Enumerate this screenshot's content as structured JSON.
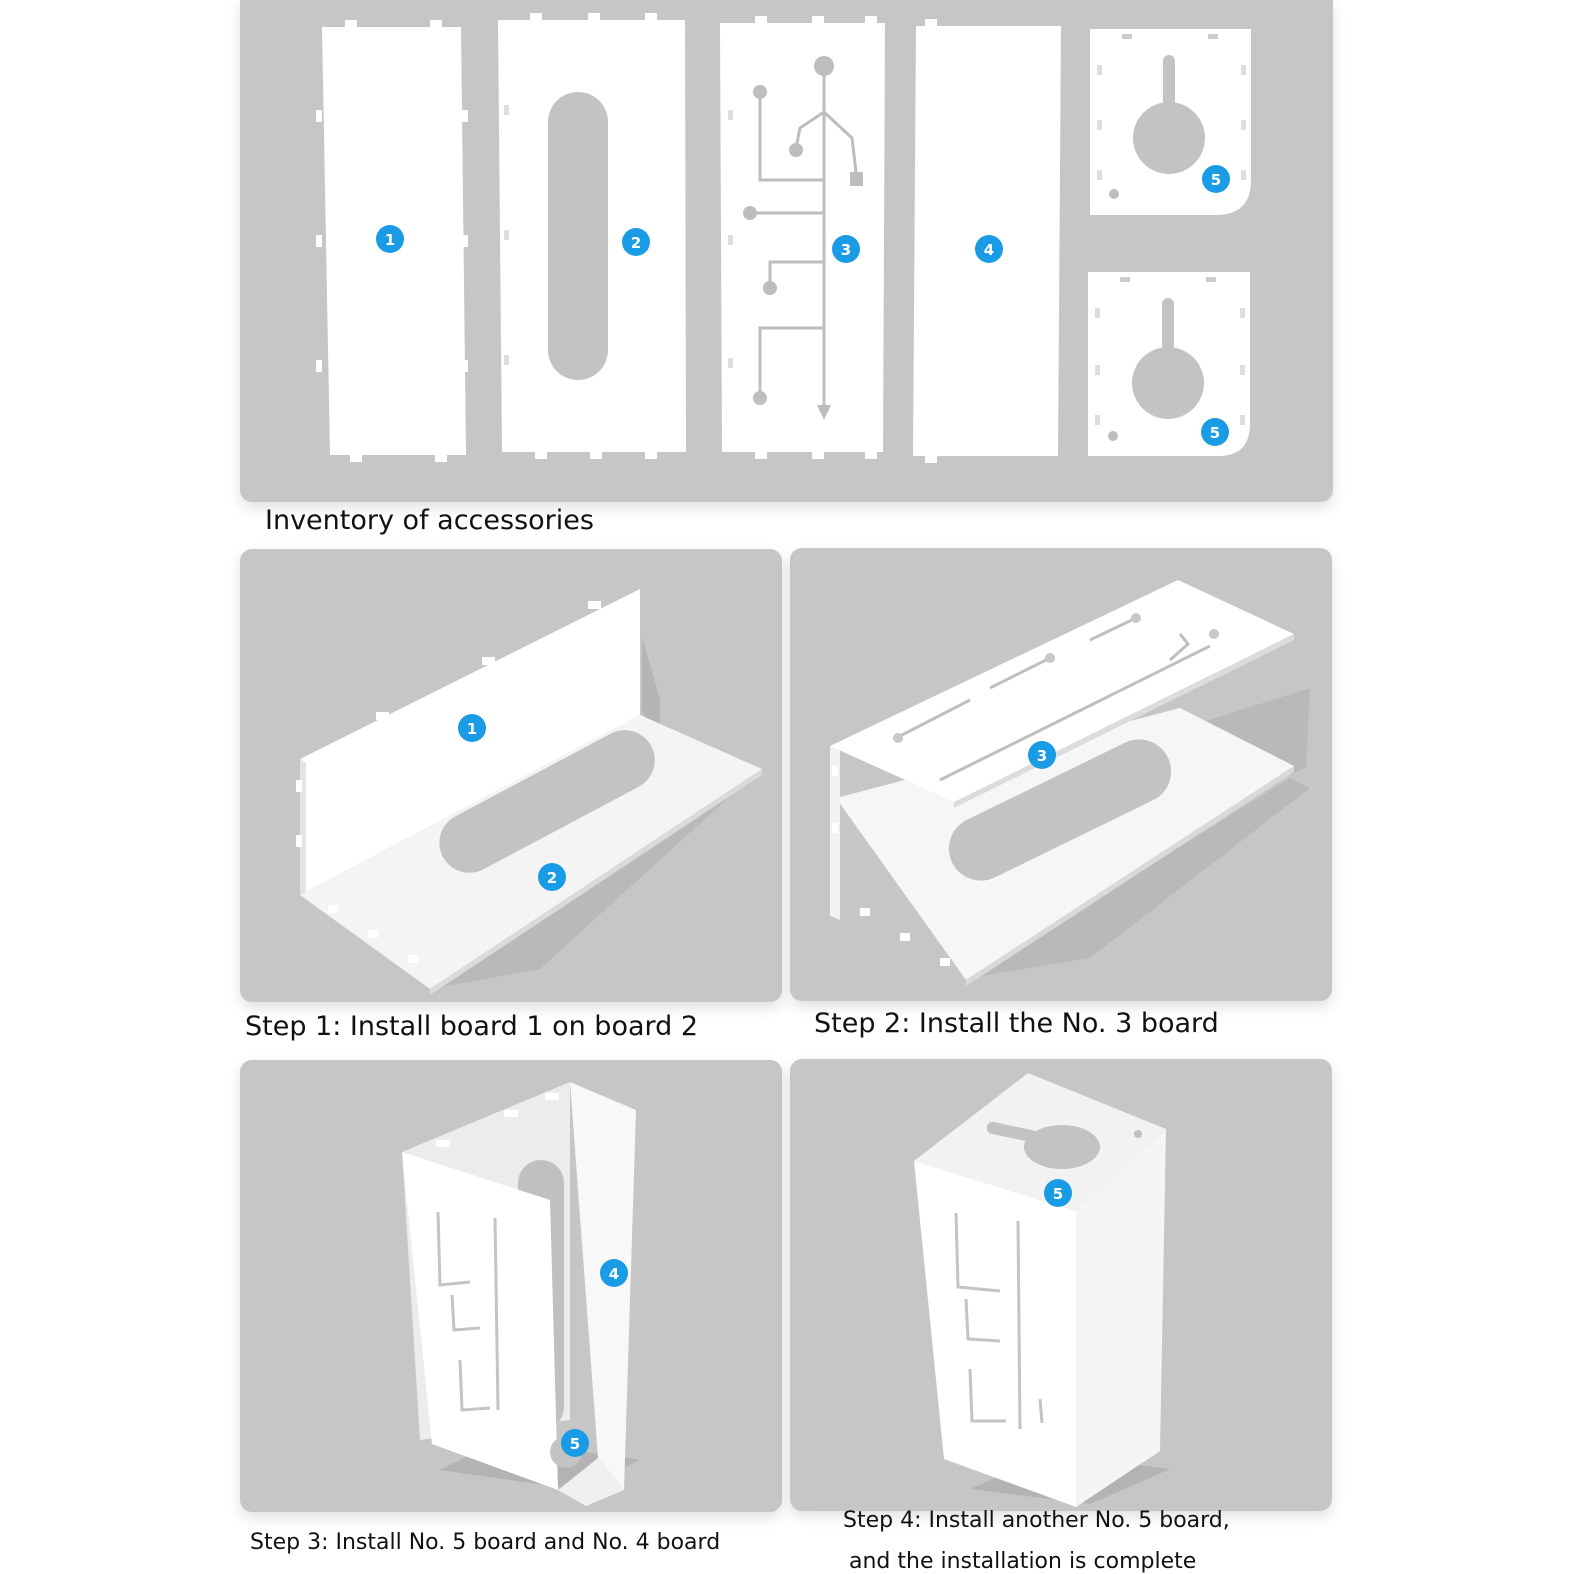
{
  "inventory": {
    "caption": "Inventory of accessories",
    "boards": [
      {
        "badge": "1"
      },
      {
        "badge": "2"
      },
      {
        "badge": "3"
      },
      {
        "badge": "4"
      },
      {
        "badge": "5"
      },
      {
        "badge": "5"
      }
    ]
  },
  "steps": [
    {
      "caption": "Step 1: Install board 1 on board 2",
      "badges": [
        "1",
        "2"
      ]
    },
    {
      "caption": "Step 2: Install the No. 3 board",
      "badges": [
        "3"
      ]
    },
    {
      "caption": "Step 3: Install No. 5 board and No. 4 board",
      "badges": [
        "4",
        "5"
      ]
    },
    {
      "caption_line1": "Step 4: Install another No. 5 board,",
      "caption_line2": "and the installation is complete",
      "badges": [
        "5"
      ]
    }
  ],
  "colors": {
    "panel_bg": "#c6c6c6",
    "board_fill": "#ffffff",
    "cutout": "#c3c3c3",
    "badge": "#1a9be6"
  }
}
